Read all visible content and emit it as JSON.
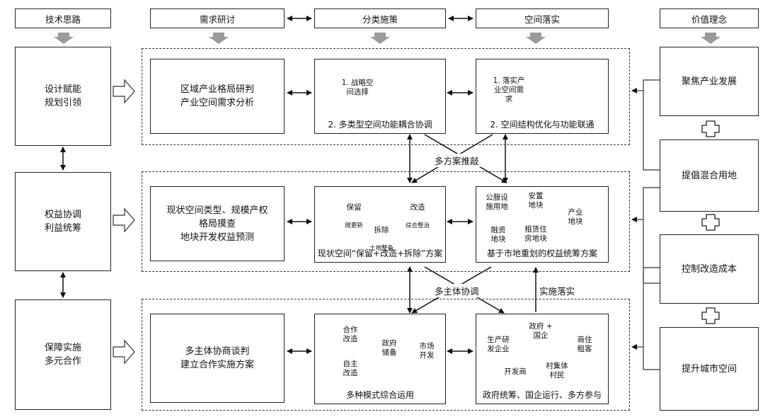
{
  "headers": {
    "left": "技术思路",
    "demand": "需求研讨",
    "classify": "分类施策",
    "space": "空间落实",
    "right": "价值理念"
  },
  "left_boxes": [
    "设计赋能\n规划引领",
    "权益协调\n利益统筹",
    "保障实施\n多元合作"
  ],
  "right_boxes": [
    "聚焦产业发展",
    "提倡混合用地",
    "控制改造成本",
    "提升城市空间"
  ],
  "row1": {
    "demand_text": "区域产业格局研判\n产业空间需求分析",
    "classify_node": "1. 战略空\n间选择",
    "classify_caption": "2. 多类型空间功能耦合协调",
    "space_node": "1. 落实产\n业空间需\n求",
    "space_caption": "2. 空间结构优化与功能联通"
  },
  "row2": {
    "demand_text": "现状空间类型、规模产权\n格局摸查\n地块开发权益预测",
    "classify_nodes": [
      {
        "main": "保留",
        "sub": "微更新"
      },
      {
        "main": "改造",
        "sub": "综合整治"
      },
      {
        "main": "拆除",
        "sub": "土地整备"
      }
    ],
    "classify_caption": "现状空间“保留+改造+拆除”方案",
    "space_nodes": [
      "公服设\n施用地",
      "安置\n地块",
      "产业\n地块",
      "融资\n地块",
      "租赁住\n房地块"
    ],
    "space_caption": "基于市地重划的权益统筹方案"
  },
  "row3": {
    "demand_text": "多主体协商谈判\n建立合作实施方案",
    "classify_nodes": [
      "合作\n改造",
      "政府\n储备",
      "市场\n开发",
      "自主\n改造"
    ],
    "classify_caption": "多种模式综合运用",
    "space_nodes": [
      "政府 +\n国企",
      "生产研\n发企业",
      "商住\n租客",
      "开发商",
      "村集体\n村民"
    ],
    "space_caption": "政府统筹、国企运行、多方参与"
  },
  "connector_labels": {
    "multi_plan": "多方案推敲",
    "multi_subject": "多主体协调",
    "implement": "实施落实"
  }
}
